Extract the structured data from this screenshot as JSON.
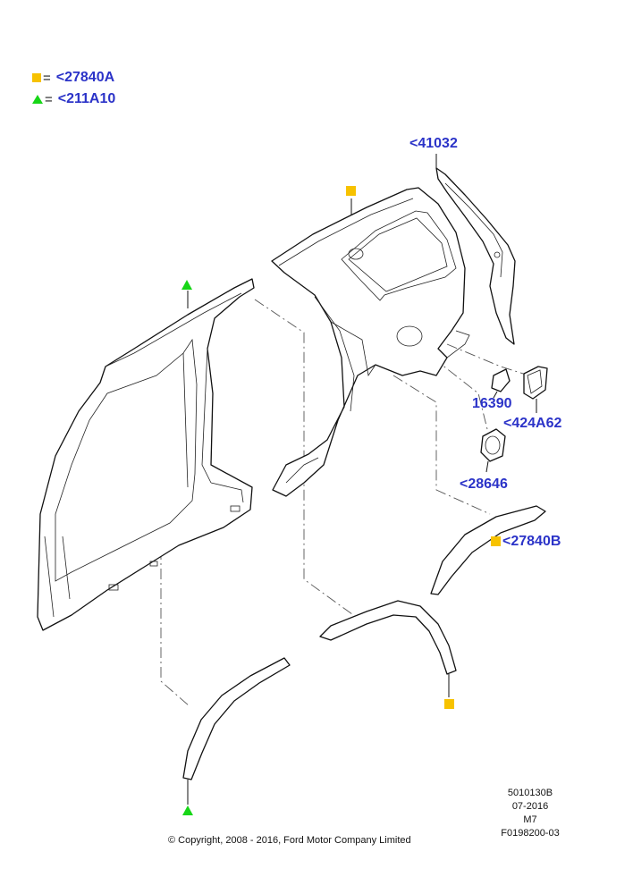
{
  "legend": [
    {
      "symbol": "square",
      "color": "#f7c200",
      "eq": "=",
      "code": "<27840A"
    },
    {
      "symbol": "triangle",
      "color": "#17d617",
      "eq": "=",
      "code": "<211A10"
    }
  ],
  "callouts": {
    "c41032": "<41032",
    "c16390": "16390",
    "c424A62": "<424A62",
    "c28646": "<28646",
    "c27840B": "<27840B"
  },
  "meta": {
    "drawing_no": "5010130B",
    "date": "07-2016",
    "model": "M7",
    "figure_id": "F0198200-03"
  },
  "copyright": "© Copyright, 2008 - 2016, Ford Motor Company Limited",
  "colors": {
    "callout": "#2b33c8",
    "square_marker": "#f7c200",
    "triangle_marker": "#17d617"
  }
}
